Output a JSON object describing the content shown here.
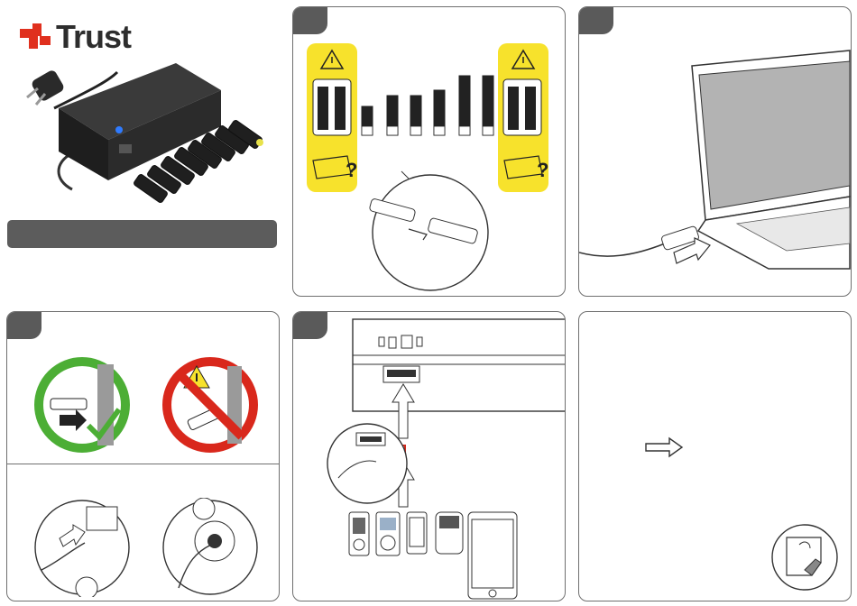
{
  "brand": {
    "logo_text": "Trust"
  },
  "colors": {
    "panel_tab": "#5a5a5a",
    "warning_yellow": "#f7e22c",
    "ok_green": "#4cae35",
    "forbidden_red": "#d9281c",
    "usb_battery_red": "#d02a1e"
  },
  "icons": {
    "logo": "trust-logo",
    "arrow": "right-arrow-outline",
    "page_corner": "page-curl-corner",
    "warning": "warning-triangle"
  }
}
